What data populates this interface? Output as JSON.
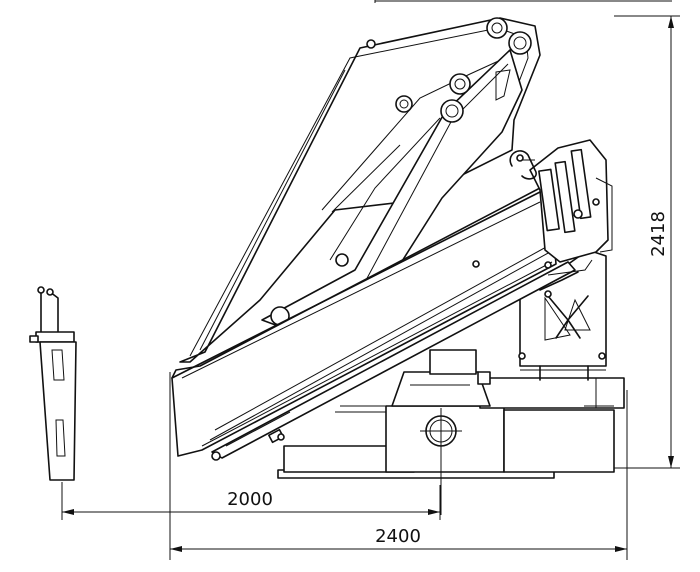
{
  "dimensions": {
    "width_outreach": "2000",
    "width_overall": "2400",
    "height_overall": "2418"
  },
  "colors": {
    "line": "#111111",
    "background": "#ffffff"
  }
}
